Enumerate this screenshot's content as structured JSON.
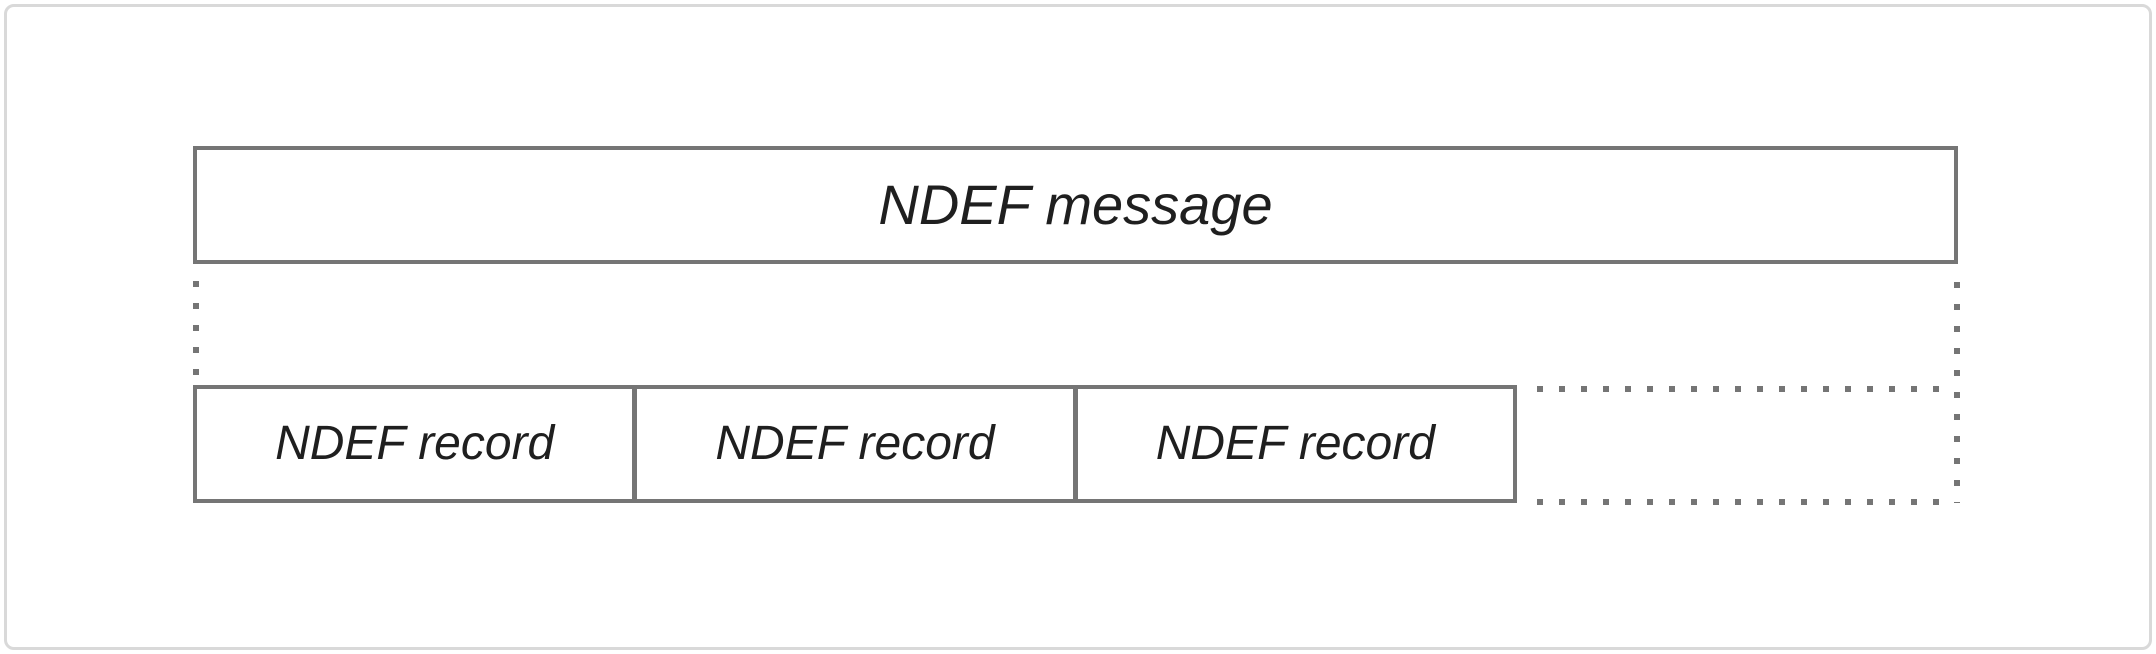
{
  "diagram": {
    "description": "NDEF message composed of NDEF records",
    "message_box": {
      "label": "NDEF message"
    },
    "record_boxes": [
      {
        "label": "NDEF record"
      },
      {
        "label": "NDEF record"
      },
      {
        "label": "NDEF record"
      }
    ],
    "colors": {
      "solid_border": "#757575",
      "dotted_line": "#757575",
      "text": "#1f1f1f",
      "frame_border": "#d9d9d9",
      "background": "#ffffff"
    }
  }
}
